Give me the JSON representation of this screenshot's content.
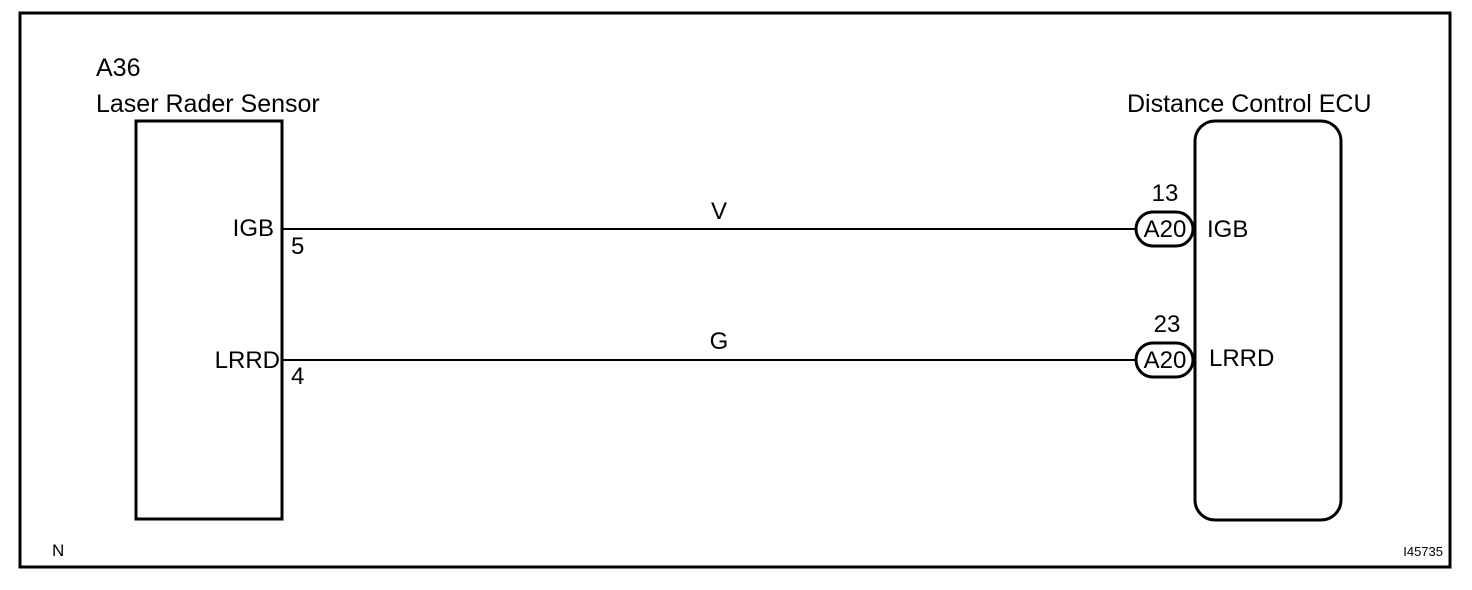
{
  "sensor": {
    "code": "A36",
    "name": "Laser Rader Sensor"
  },
  "ecu": {
    "name": "Distance Control ECU"
  },
  "wires": [
    {
      "signal": "IGB",
      "sensor_pin": "5",
      "color": "V",
      "connector": "A20",
      "ecu_pin": "13",
      "ecu_signal": "IGB"
    },
    {
      "signal": "LRRD",
      "sensor_pin": "4",
      "color": "G",
      "connector": "A20",
      "ecu_pin": "23",
      "ecu_signal": "LRRD"
    }
  ],
  "footer": {
    "left_mark": "N",
    "figure_id": "I45735"
  }
}
